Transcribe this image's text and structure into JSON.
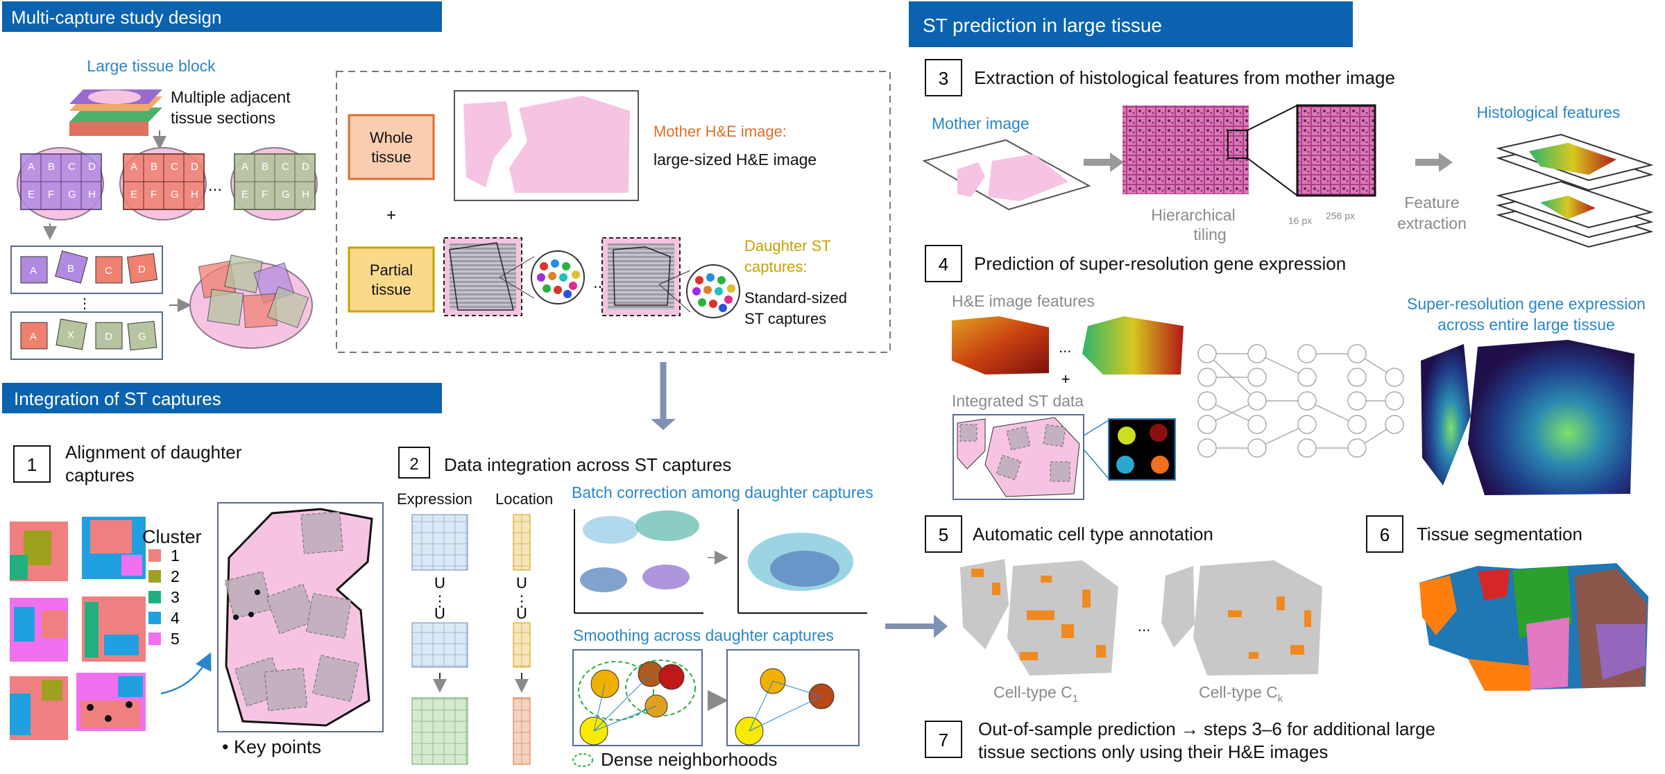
{
  "panels": {
    "multi_capture": {
      "title": "Multi-capture study design",
      "large_tissue_block": "Large tissue block",
      "adjacent_sections": [
        "Multiple adjacent",
        "tissue sections"
      ],
      "grid_letters": [
        "A",
        "B",
        "C",
        "D",
        "E",
        "F",
        "G",
        "H"
      ],
      "ellipsis": "...",
      "whole_tissue": [
        "Whole",
        "tissue"
      ],
      "plus": "+",
      "partial_tissue": [
        "Partial",
        "tissue"
      ],
      "mother_label": "Mother H&E image:",
      "mother_desc": "large-sized H&E image",
      "daughter_label": [
        "Daughter ST",
        "captures:"
      ],
      "daughter_desc": [
        "Standard-sized",
        "ST captures"
      ],
      "capture_labels": [
        "A",
        "B",
        "C",
        "D",
        "A",
        "X",
        "D",
        "G"
      ]
    },
    "integration": {
      "title": "Integration of ST captures",
      "step1_num": "1",
      "step1_title": [
        "Alignment of daughter",
        "captures"
      ],
      "cluster_title": "Cluster",
      "clusters": [
        "1",
        "2",
        "3",
        "4",
        "5"
      ],
      "key_points": "• Key points",
      "step2_num": "2",
      "step2_title": "Data integration across ST captures",
      "expression": "Expression",
      "location": "Location",
      "union": "U",
      "vdots": "⋮",
      "batch": "Batch correction among daughter captures",
      "smoothing": "Smoothing across daughter captures",
      "dense": "Dense neighborhoods"
    },
    "st_prediction": {
      "title": "ST prediction in large tissue",
      "step3_num": "3",
      "step3_title": "Extraction of histological features from mother image",
      "mother_image": "Mother image",
      "hier_tiling": [
        "Hierarchical",
        "tiling"
      ],
      "px16": "16 px",
      "px256": "256 px",
      "feature_extraction": [
        "Feature",
        "extraction"
      ],
      "hist_features": "Histological features",
      "step4_num": "4",
      "step4_title": "Prediction of super-resolution gene expression",
      "he_features": "H&E image features",
      "integrated_st": "Integrated ST data",
      "super_res": [
        "Super-resolution gene expression",
        "across entire large tissue"
      ],
      "step5_num": "5",
      "step5_title": "Automatic cell type annotation",
      "celltype_c1": "Cell-type C",
      "sub1": "1",
      "celltype_ck": "Cell-type C",
      "subk": "k",
      "step6_num": "6",
      "step6_title": "Tissue segmentation",
      "step7_num": "7",
      "step7_title": [
        "Out-of-sample prediction → steps 3–6 for additional large",
        "tissue sections only using their H&E images"
      ]
    }
  },
  "colors": {
    "header_blue": "#0b63b0",
    "accent_blue": "#2a86c8",
    "mother_orange": "#d9702a",
    "daughter_gold": "#c9a200",
    "whole_fill": "#f8cdb0",
    "partial_fill": "#fbd98a",
    "tissue_pink": "#f6c4e2",
    "cluster_colors": [
      "#f08080",
      "#a0a020",
      "#20b080",
      "#20a0e0",
      "#f070f0"
    ]
  }
}
